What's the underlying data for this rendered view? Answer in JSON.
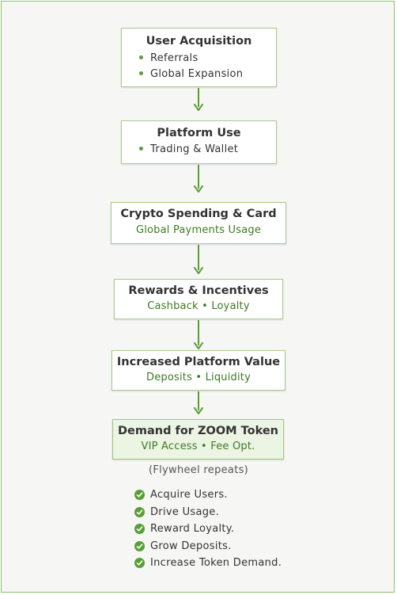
{
  "nodes": [
    {
      "title": "User Acquisition",
      "bullets": [
        "Referrals",
        "Global Expansion"
      ]
    },
    {
      "title": "Platform Use",
      "bullets": [
        "Trading & Wallet"
      ]
    },
    {
      "title": "Crypto Spending & Card",
      "subtitle": "Global Payments Usage"
    },
    {
      "title": "Rewards & Incentives",
      "subtitle": "Cashback • Loyalty"
    },
    {
      "title": "Increased Platform Value",
      "subtitle": "Deposits • Liquidity"
    },
    {
      "title": "Demand for ZOOM Token",
      "subtitle": "VIP Access • Fee Opt."
    }
  ],
  "note": "(Flywheel repeats)",
  "checklist": [
    "Acquire Users.",
    "Drive Usage.",
    "Reward Loyalty.",
    "Grow Deposits.",
    "Increase Token Demand."
  ],
  "colors": {
    "accent": "#5a9e36",
    "box_border": "#a9c98e",
    "final_box_bg": "#ecf4e4",
    "background": "#f6f6f4"
  },
  "icons": {
    "bullet": "dot-icon",
    "check": "check-circle-icon",
    "connector": "arrow-down-icon"
  }
}
